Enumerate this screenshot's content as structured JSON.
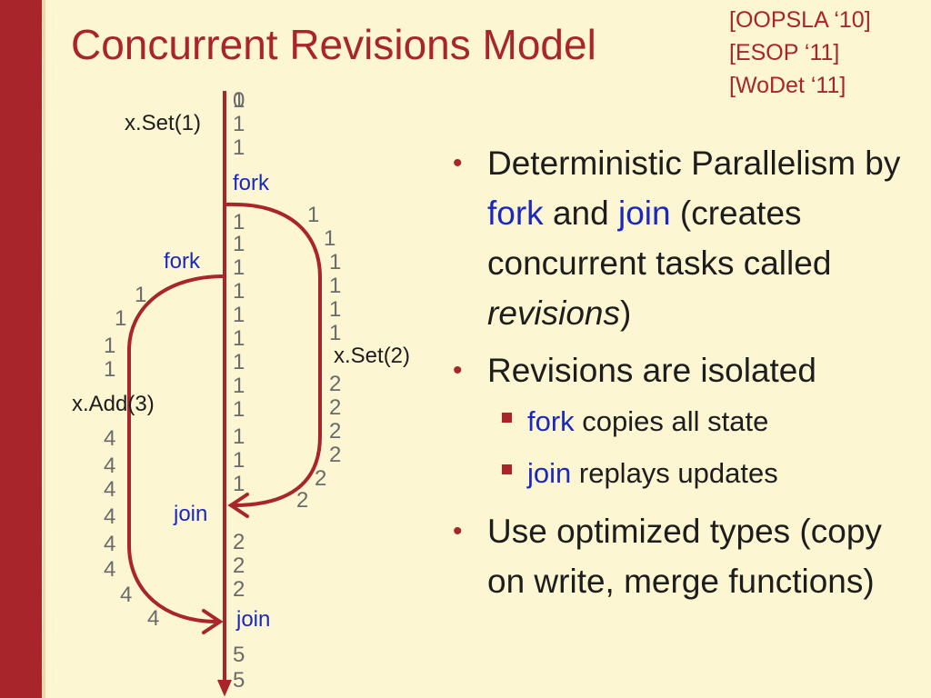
{
  "slide": {
    "title": "Concurrent Revisions Model",
    "references": [
      "[OOPSLA ‘10]",
      "[ESOP ‘11]",
      "[WoDet ‘11]"
    ],
    "colors": {
      "background": "#fcf6d2",
      "accent": "#a8262b",
      "keyword": "#1a28c0",
      "values": "#6b6b6b",
      "ops": "#1d1d1d"
    }
  },
  "diagram": {
    "labels": {
      "fork_outer": "fork",
      "fork_inner": "fork",
      "join_inner": "join",
      "join_outer": "join",
      "set1": "x.Set(1)",
      "set2": "x.Set(2)",
      "add3": "x.Add(3)"
    },
    "main_values": [
      "0",
      "1",
      "1",
      "1",
      "1",
      "1",
      "1",
      "1",
      "1",
      "1",
      "1",
      "1",
      "1",
      "1",
      "1",
      "1",
      "2",
      "2",
      "2",
      "5",
      "5"
    ],
    "right_values": [
      "1",
      "1",
      "1",
      "1",
      "1",
      "1",
      "2",
      "2",
      "2",
      "2",
      "2",
      "2"
    ],
    "left_values": [
      "1",
      "1",
      "1",
      "1",
      "4",
      "4",
      "4",
      "4",
      "4",
      "4",
      "4",
      "4"
    ]
  },
  "bullets": {
    "b1": {
      "pre": "Deterministic Parallelism by ",
      "kw1": "fork",
      "mid": " and ",
      "kw2": "join",
      "post": " (creates concurrent tasks called ",
      "em": "revisions",
      "end": ")"
    },
    "b2": {
      "text": "Revisions are isolated"
    },
    "b2a": {
      "kw": "fork",
      "text": " copies all state"
    },
    "b2b": {
      "kw": "join",
      "text": " replays updates"
    },
    "b3": {
      "text": "Use optimized types (copy on write, merge functions)"
    }
  }
}
